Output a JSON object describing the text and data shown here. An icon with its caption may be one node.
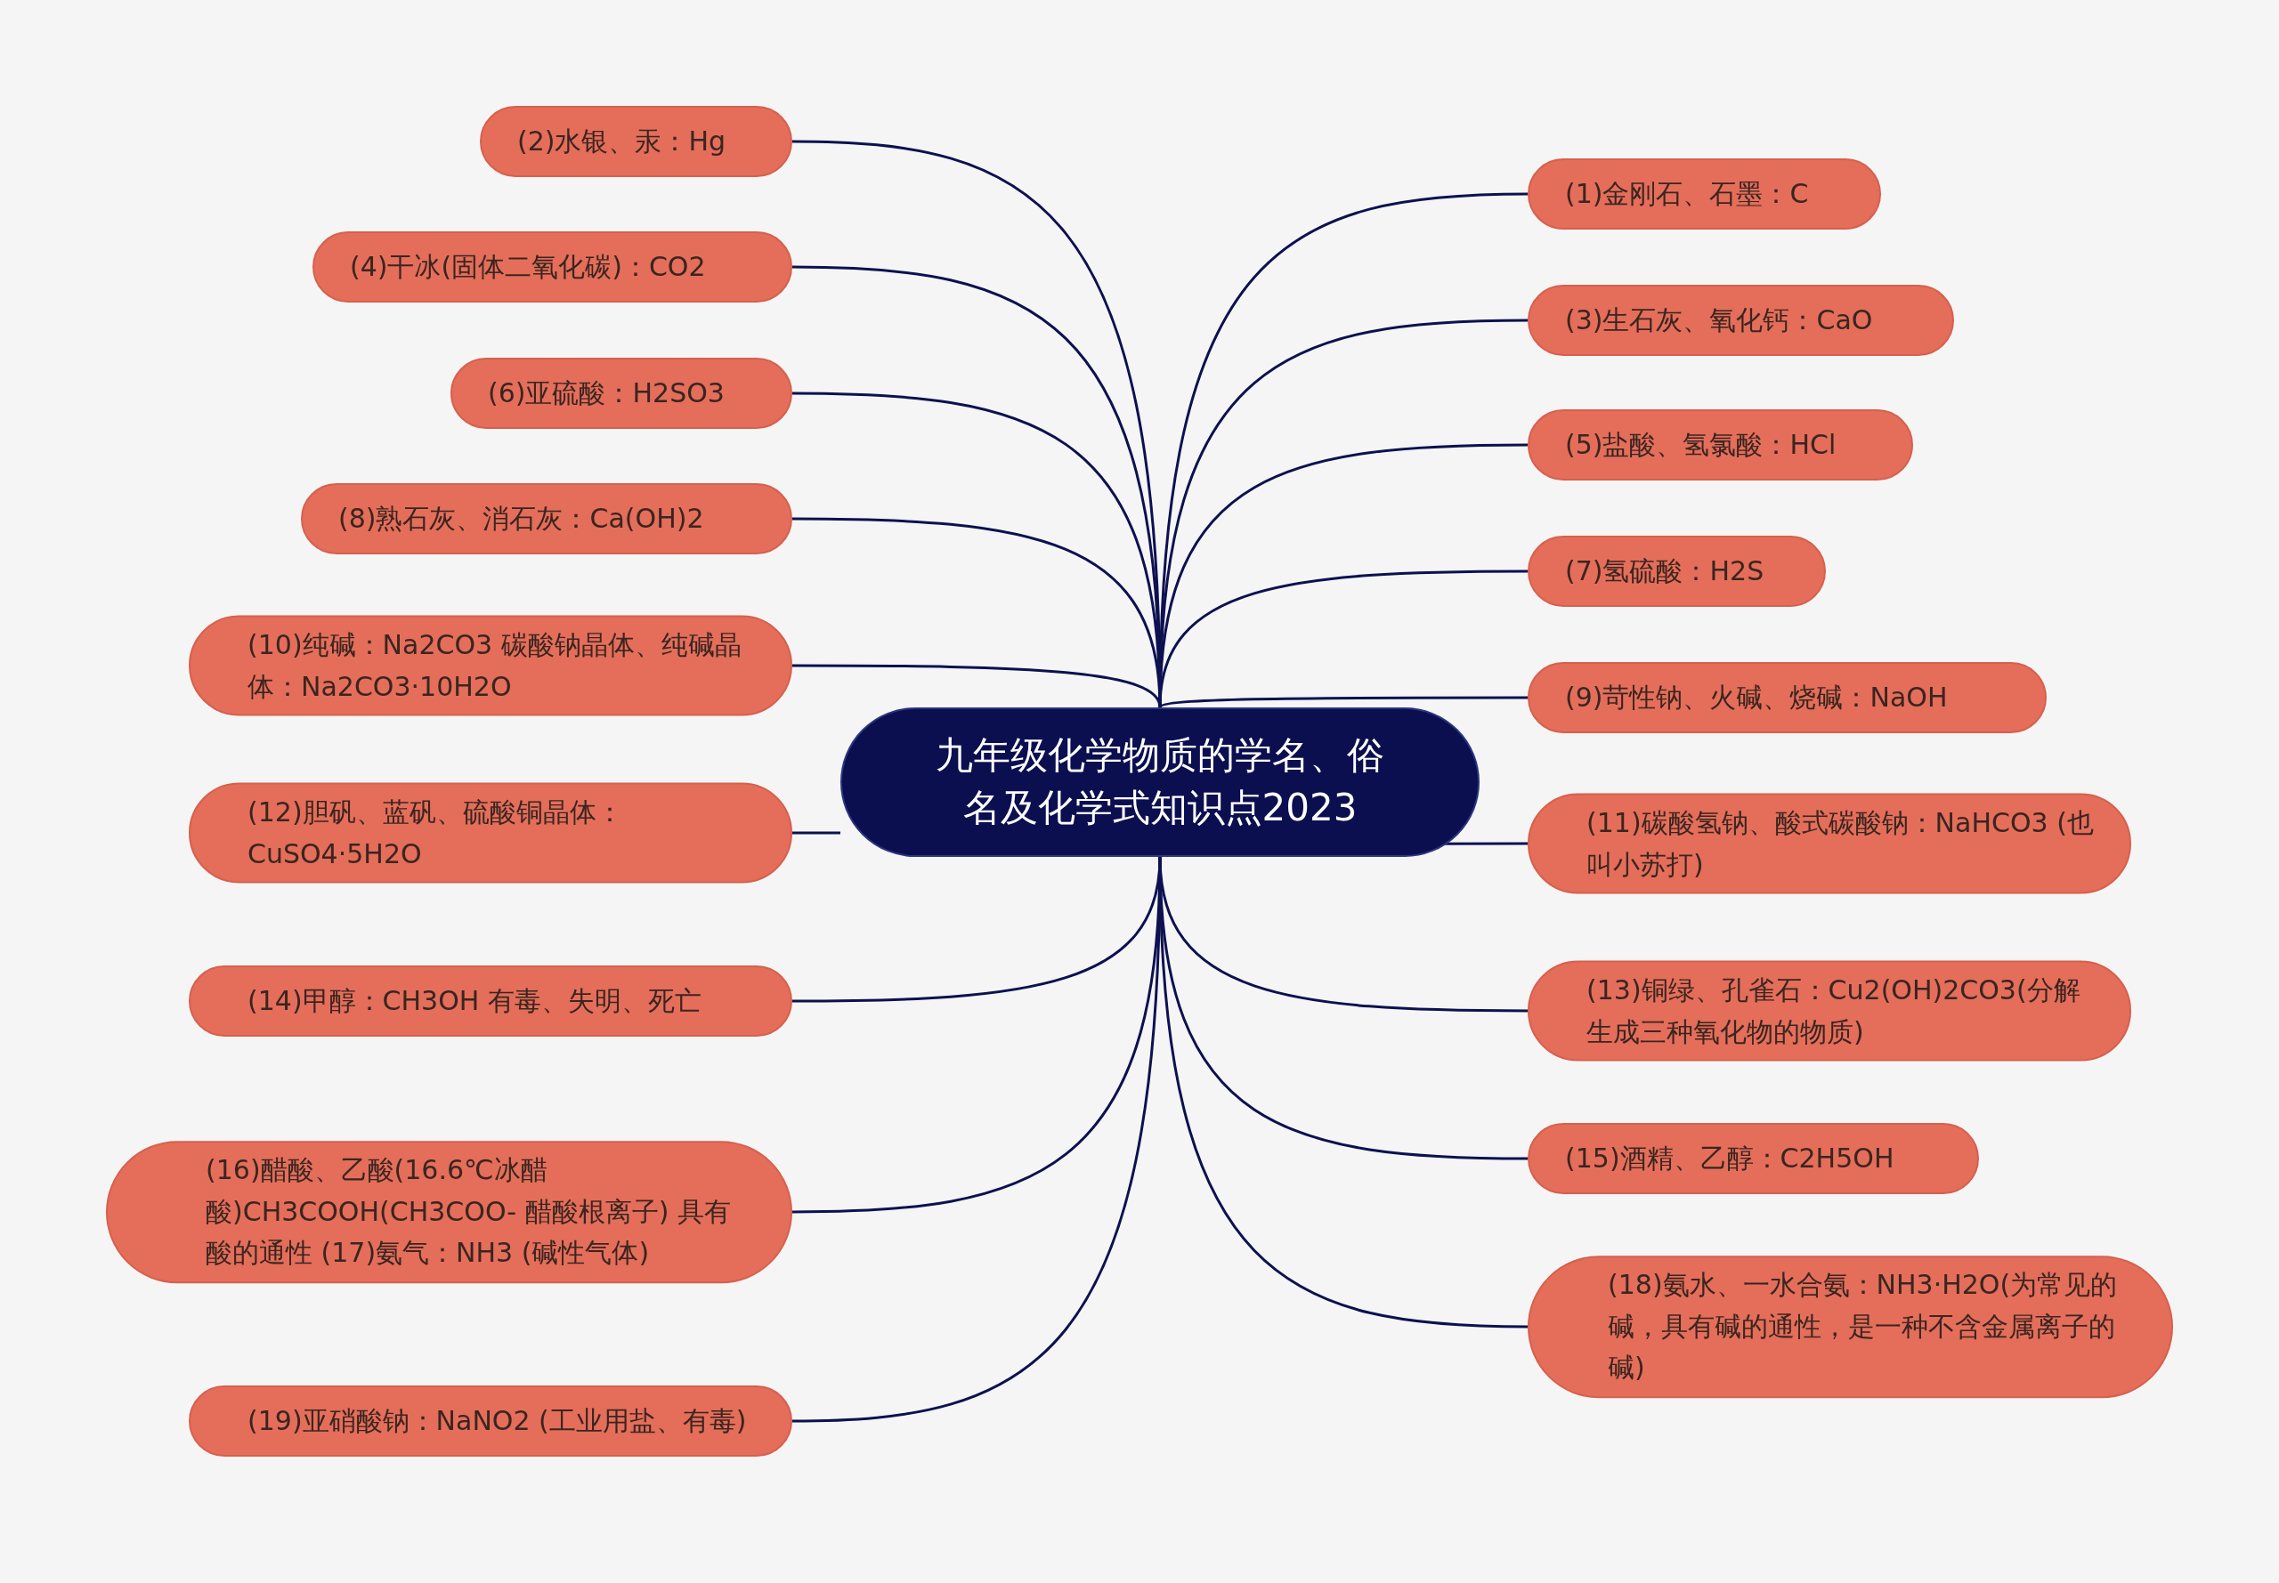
{
  "diagram": {
    "nodes": [
      {
        "text": [
          "九年级化学物质的学名、俗名及化学式知识点2023"
        ]
      },
      {
        "text": [
          "(2)水银、汞：Hg"
        ]
      },
      {
        "text": [
          "(4)干冰(固体二氧化碳)：CO2"
        ]
      },
      {
        "text": [
          "(6)亚硫酸：H2SO3"
        ]
      },
      {
        "text": [
          "(8)熟石灰、消石灰：Ca(OH)2"
        ]
      },
      {
        "text": [
          "(10)纯碱：Na2CO3 碳酸钠晶体、纯碱晶体：Na2CO3·10H2O"
        ]
      },
      {
        "text": [
          "(12)胆矾、蓝矾、硫酸铜晶体：CuSO4·5H2O"
        ]
      },
      {
        "text": [
          "(14)甲醇：CH3OH 有毒、失明、死亡"
        ]
      },
      {
        "text": [
          "(16)醋酸、乙酸(16.6℃冰醋酸)CH3COOH(CH3COO- 醋酸根离子) 具有酸的通性 (17)氨气：NH3 (碱性气体)"
        ]
      },
      {
        "text": [
          "(19)亚硝酸钠：NaNO2 (工业用盐、有毒)"
        ]
      },
      {
        "text": [
          "(1)金刚石、石墨：C"
        ]
      },
      {
        "text": [
          "(3)生石灰、氧化钙：CaO"
        ]
      },
      {
        "text": [
          "(5)盐酸、氢氯酸：HCl"
        ]
      },
      {
        "text": [
          "(7)氢硫酸：H2S"
        ]
      },
      {
        "text": [
          "(9)苛性钠、火碱、烧碱：NaOH"
        ]
      },
      {
        "text": [
          "(11)碳酸氢钠、酸式碳酸钠：NaHCO3 (也叫小苏打)"
        ]
      },
      {
        "text": [
          "(13)铜绿、孔雀石：Cu2(OH)2CO3(分解生成三种氧化物的物质)"
        ]
      },
      {
        "text": [
          "(15)酒精、乙醇：C2H5OH"
        ]
      },
      {
        "text": [
          "(18)氨水、一水合氨：NH3·H2O(为常见的碱，具有碱的通性，是一种不含金属离子的碱)"
        ]
      }
    ],
    "edges": [
      {
        "from": 0,
        "to": 1,
        "arrow": "none"
      },
      {
        "from": 0,
        "to": 2,
        "arrow": "none"
      },
      {
        "from": 0,
        "to": 3,
        "arrow": "none"
      },
      {
        "from": 0,
        "to": 4,
        "arrow": "none"
      },
      {
        "from": 0,
        "to": 5,
        "arrow": "none"
      },
      {
        "from": 0,
        "to": 6,
        "arrow": "none"
      },
      {
        "from": 0,
        "to": 7,
        "arrow": "none"
      },
      {
        "from": 0,
        "to": 8,
        "arrow": "none"
      },
      {
        "from": 0,
        "to": 9,
        "arrow": "none"
      },
      {
        "from": 0,
        "to": 10,
        "arrow": "none"
      },
      {
        "from": 0,
        "to": 11,
        "arrow": "none"
      },
      {
        "from": 0,
        "to": 12,
        "arrow": "none"
      },
      {
        "from": 0,
        "to": 13,
        "arrow": "none"
      },
      {
        "from": 0,
        "to": 14,
        "arrow": "none"
      },
      {
        "from": 0,
        "to": 15,
        "arrow": "none"
      },
      {
        "from": 0,
        "to": 16,
        "arrow": "none"
      },
      {
        "from": 0,
        "to": 17,
        "arrow": "none"
      },
      {
        "from": 0,
        "to": 18,
        "arrow": "none"
      }
    ]
  }
}
